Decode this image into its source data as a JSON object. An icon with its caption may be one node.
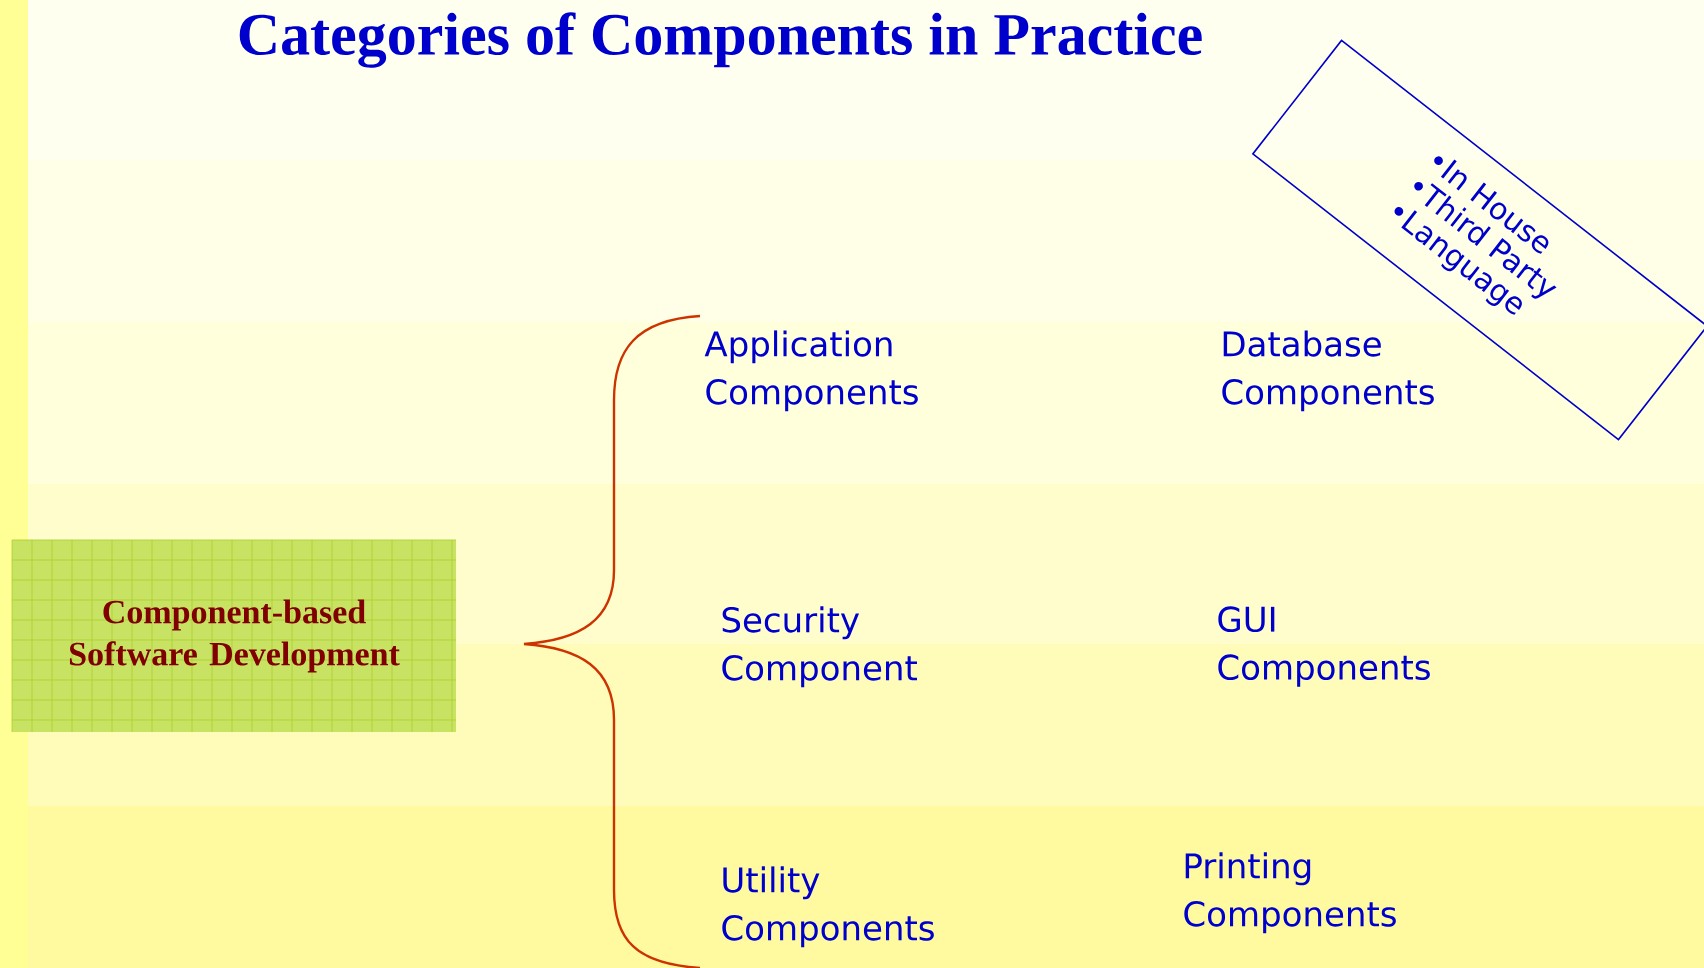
{
  "diagram": {
    "title": "Categories of Components in Practice",
    "nodes": [
      {
        "text": [
          "Component-based Software Development"
        ]
      },
      {
        "text": [
          "Application Components"
        ]
      },
      {
        "text": [
          "Database Components"
        ]
      },
      {
        "text": [
          "Security Component"
        ]
      },
      {
        "text": [
          "GUI Components"
        ]
      },
      {
        "text": [
          "Utility Components"
        ]
      },
      {
        "text": [
          "Printing Components"
        ]
      },
      {
        "text": [
          "•In House",
          "•Third Party",
          "•Language"
        ]
      }
    ]
  }
}
